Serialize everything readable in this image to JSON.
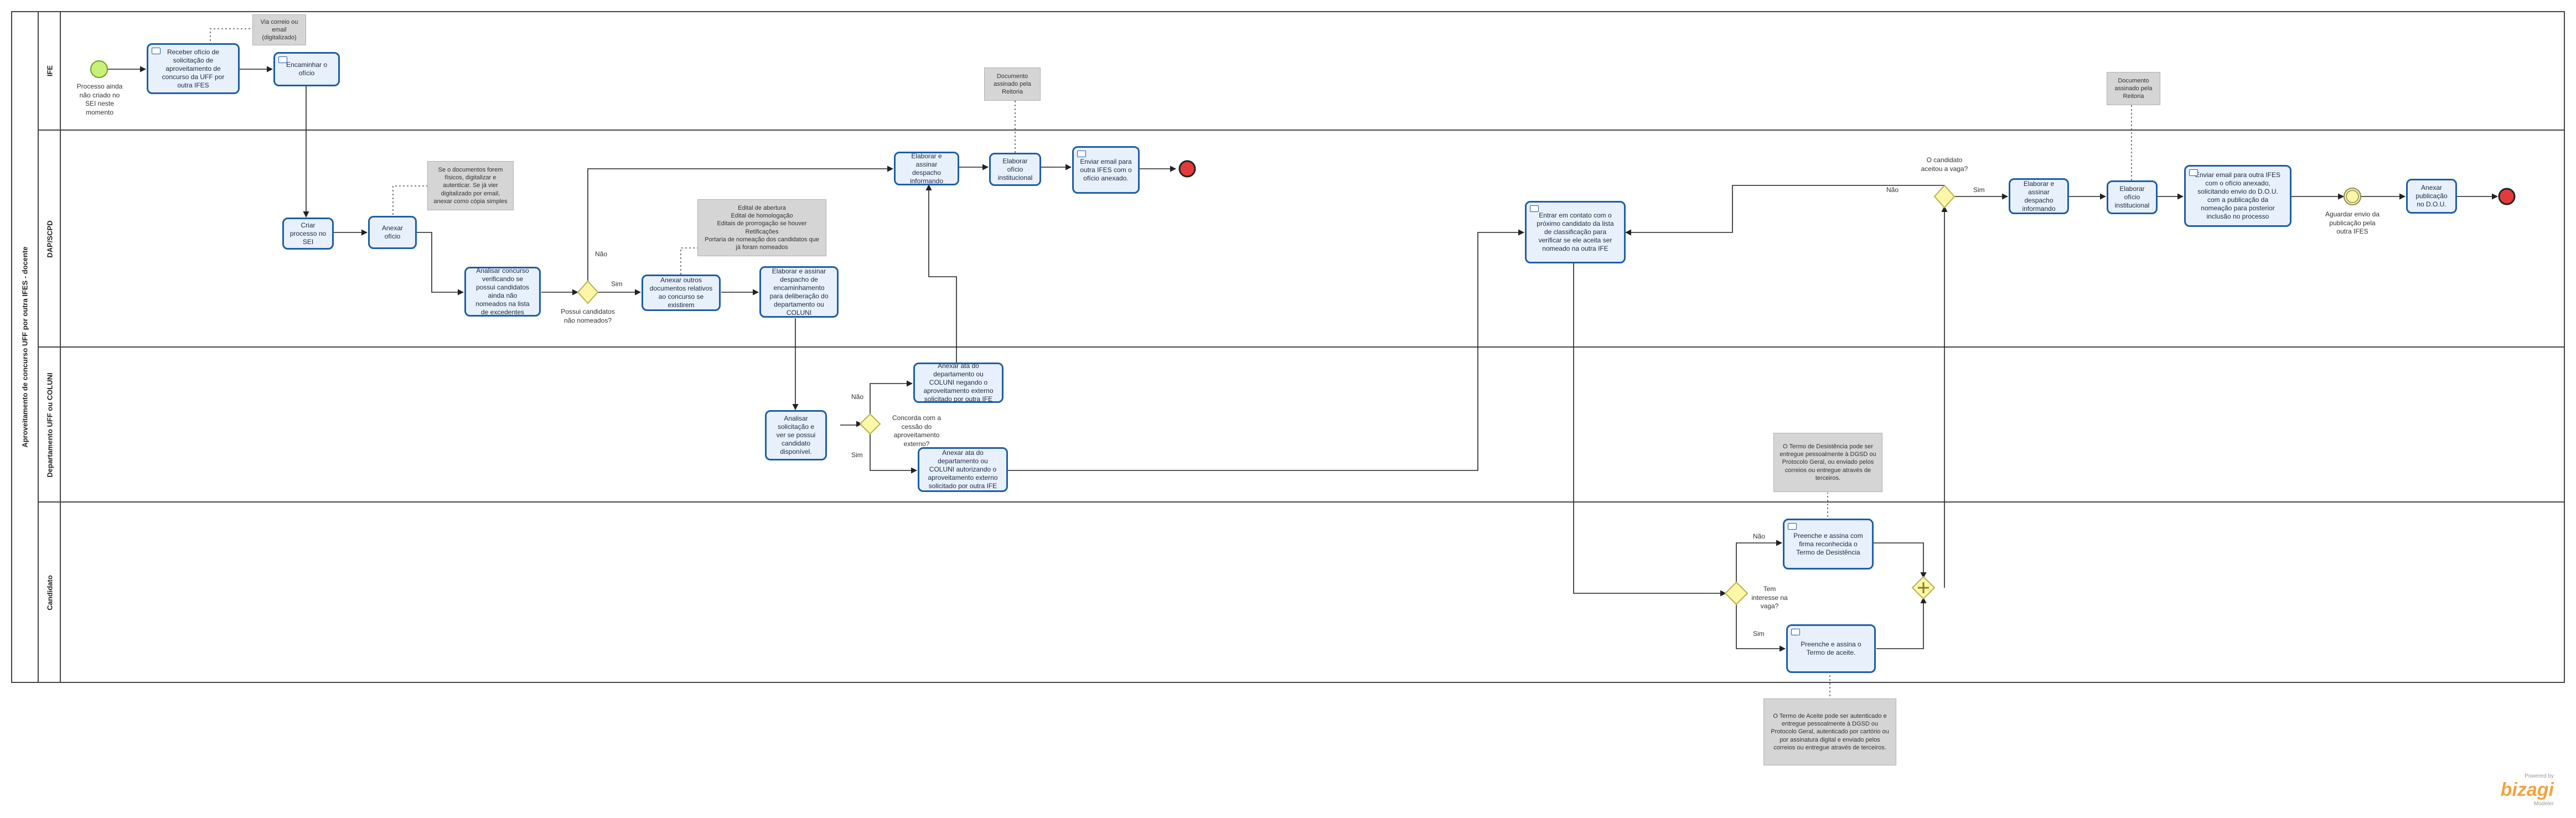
{
  "pool": {
    "name": "Aproveitamento de concurso UFF por outra IFES - docente"
  },
  "lanes": [
    "IFE",
    "DAP/SCPD",
    "Departamento UFF ou COLUNI",
    "Candidato"
  ],
  "tasks": {
    "receber_oficio": "Receber ofício de solicitação de aproveitamento de concurso da UFF por outra IFES",
    "encaminhar_oficio": "Encaminhar o ofício",
    "criar_processo": "Criar processo no SEI",
    "anexar_oficio": "Anexar ofício",
    "analisar_concurso": "Analisar concurso verificando se possui candidatos ainda não nomeados na lista de excedentes",
    "anexar_documentos": "Anexar outros documentos relativos ao concurso se existirem",
    "elaborar_despacho_encaminhamento": "Elaborar e assinar despacho de encaminhamento para deliberação do departamento ou COLUNI",
    "elaborar_despacho_informando_1": "Elaborar e assinar despacho informando",
    "elaborar_oficio_1": "Elaborar ofício institucional",
    "enviar_email_1": "Enviar email para outra IFES com o ofício anexado.",
    "analisar_solicitacao": "Analisar solicitação e ver se possui candidato disponível.",
    "anexar_ata_negando": "Anexar ata do departamento ou COLUNI negando o aproveitamento externo solicitado por outra IFE",
    "anexar_ata_autorizando": "Anexar ata do departamento ou COLUNI autorizando o aproveitamento externo solicitado por outra IFE",
    "entrar_contato": "Entrar em contato com o próximo candidato da lista de classificação para verificar se ele aceita ser nomeado na outra IFE",
    "preencher_desistencia": "Preenche e assina com firma reconhecida o Termo de Desistência",
    "preencher_aceite": "Preenche e assina o Termo de aceite.",
    "elaborar_despacho_informando_2": "Elaborar e assinar despacho informando",
    "elaborar_oficio_2": "Elaborar ofício institucional",
    "enviar_email_2": "Enviar email para outra IFES com o ofício anexado, solicitando envio do D.O.U. com a publicação da nomeação para posterior inclusão no processo",
    "anexar_publicacao": "Anexar publicação no D.O.U."
  },
  "notes": {
    "via_correio": "Via correio ou email (digitalizado)",
    "documento_assinado_1": "Documento assinado pela Reitoria",
    "documentos_fisicos": "Se o documentos forem físicos, digitalizar e autenticar. Se já vier digitalizado por email, anexar como cópia simples",
    "editais": "Edital de abertura\nEdital de homologação\nEditais de prorrogação se houver\nRetificações\nPortaria de nomeação dos candidatos que já foram nomeados",
    "documento_assinado_2": "Documento assinado pela Reitoria",
    "termo_desistencia": "O Termo de Desistência pode ser entregue pessoalmente à DGSD ou Protocolo Geral, ou enviado pelos correios ou entregue através de terceiros.",
    "termo_aceite": "O Termo de Aceite pode ser autenticado e entregue pessoalmente à DGSD ou Protocolo Geral, autenticado por cartório ou por assinatura digital e enviado pelos correios ou entregue através de terceiros."
  },
  "event_labels": {
    "start": "Processo ainda não criado no SEI neste momento",
    "timer": "Aguardar envio da publicação pela outra IFES"
  },
  "gateways": {
    "possui_candidatos": "Possui candidatos não nomeados?",
    "concorda": "Concorda com a cessão do aproveitamento externo?",
    "tem_interesse": "Tem interesse na vaga?",
    "aceitou": "O candidato aceitou a vaga?"
  },
  "flow_labels": {
    "nao": "Não",
    "sim": "Sim"
  },
  "colors": {
    "task_fill": "#e8f0fb",
    "task_border": "#1d5ea8",
    "start_fill": "#c9f07a",
    "end_fill": "#e23b3b",
    "gateway_fill": "#fbf6a8",
    "note_fill": "#d5d5d5"
  },
  "watermark": {
    "small": "Powered by",
    "brand": "bizagi",
    "sub": "Modeler"
  }
}
